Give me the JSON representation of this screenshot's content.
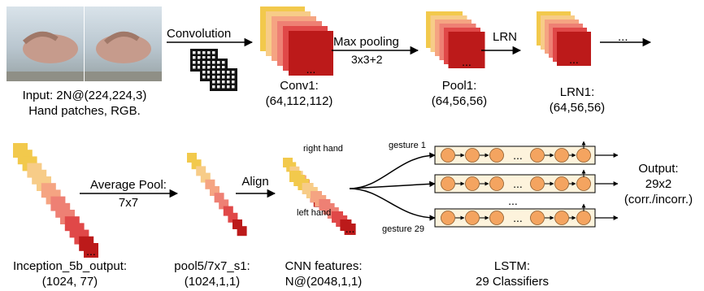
{
  "input": {
    "line1": "Input: 2N@(224,224,3)",
    "line2": "Hand patches, RGB."
  },
  "ops": {
    "convolution": "Convolution",
    "maxpool": "Max pooling",
    "maxpool_size": "3x3+2",
    "lrn": "LRN",
    "ellipsis": "...",
    "avgpool": "Average Pool:",
    "avgpool_size": "7x7",
    "align": "Align"
  },
  "layers": {
    "conv1": {
      "line1": "Conv1:",
      "line2": "(64,112,112)"
    },
    "pool1": {
      "line1": "Pool1:",
      "line2": "(64,56,56)"
    },
    "lrn1": {
      "line1": "LRN1:",
      "line2": "(64,56,56)"
    },
    "inception": {
      "line1": "Inception_5b_output:",
      "line2": "(1024, 77)"
    },
    "pool5": {
      "line1": "pool5/7x7_s1:",
      "line2": "(1024,1,1)"
    },
    "cnn": {
      "line1": "CNN features:",
      "line2": "N@(2048,1,1)"
    },
    "lstm": {
      "line1": "LSTM:",
      "line2": "29 Classifiers"
    }
  },
  "hands": {
    "right": "right hand",
    "left": "left hand"
  },
  "gestures": {
    "g1": "gesture 1",
    "g29": "gesture 29"
  },
  "output": {
    "line1": "Output:",
    "line2": "29x2",
    "line3": "(corr./incorr.)"
  },
  "colors": {
    "cube": [
      "#f2c94c",
      "#f7cc88",
      "#f5a482",
      "#ee8074",
      "#e04848",
      "#bc1a1a"
    ],
    "lstm_node": "#f4a460",
    "lstm_box": "#fdf3dc"
  }
}
